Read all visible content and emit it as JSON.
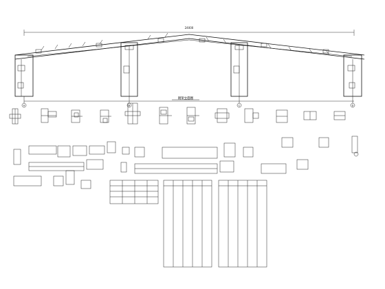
{
  "drawing": {
    "frame_caption": "刚架立面图",
    "labels": [
      "A",
      "B",
      "C",
      "D"
    ]
  }
}
